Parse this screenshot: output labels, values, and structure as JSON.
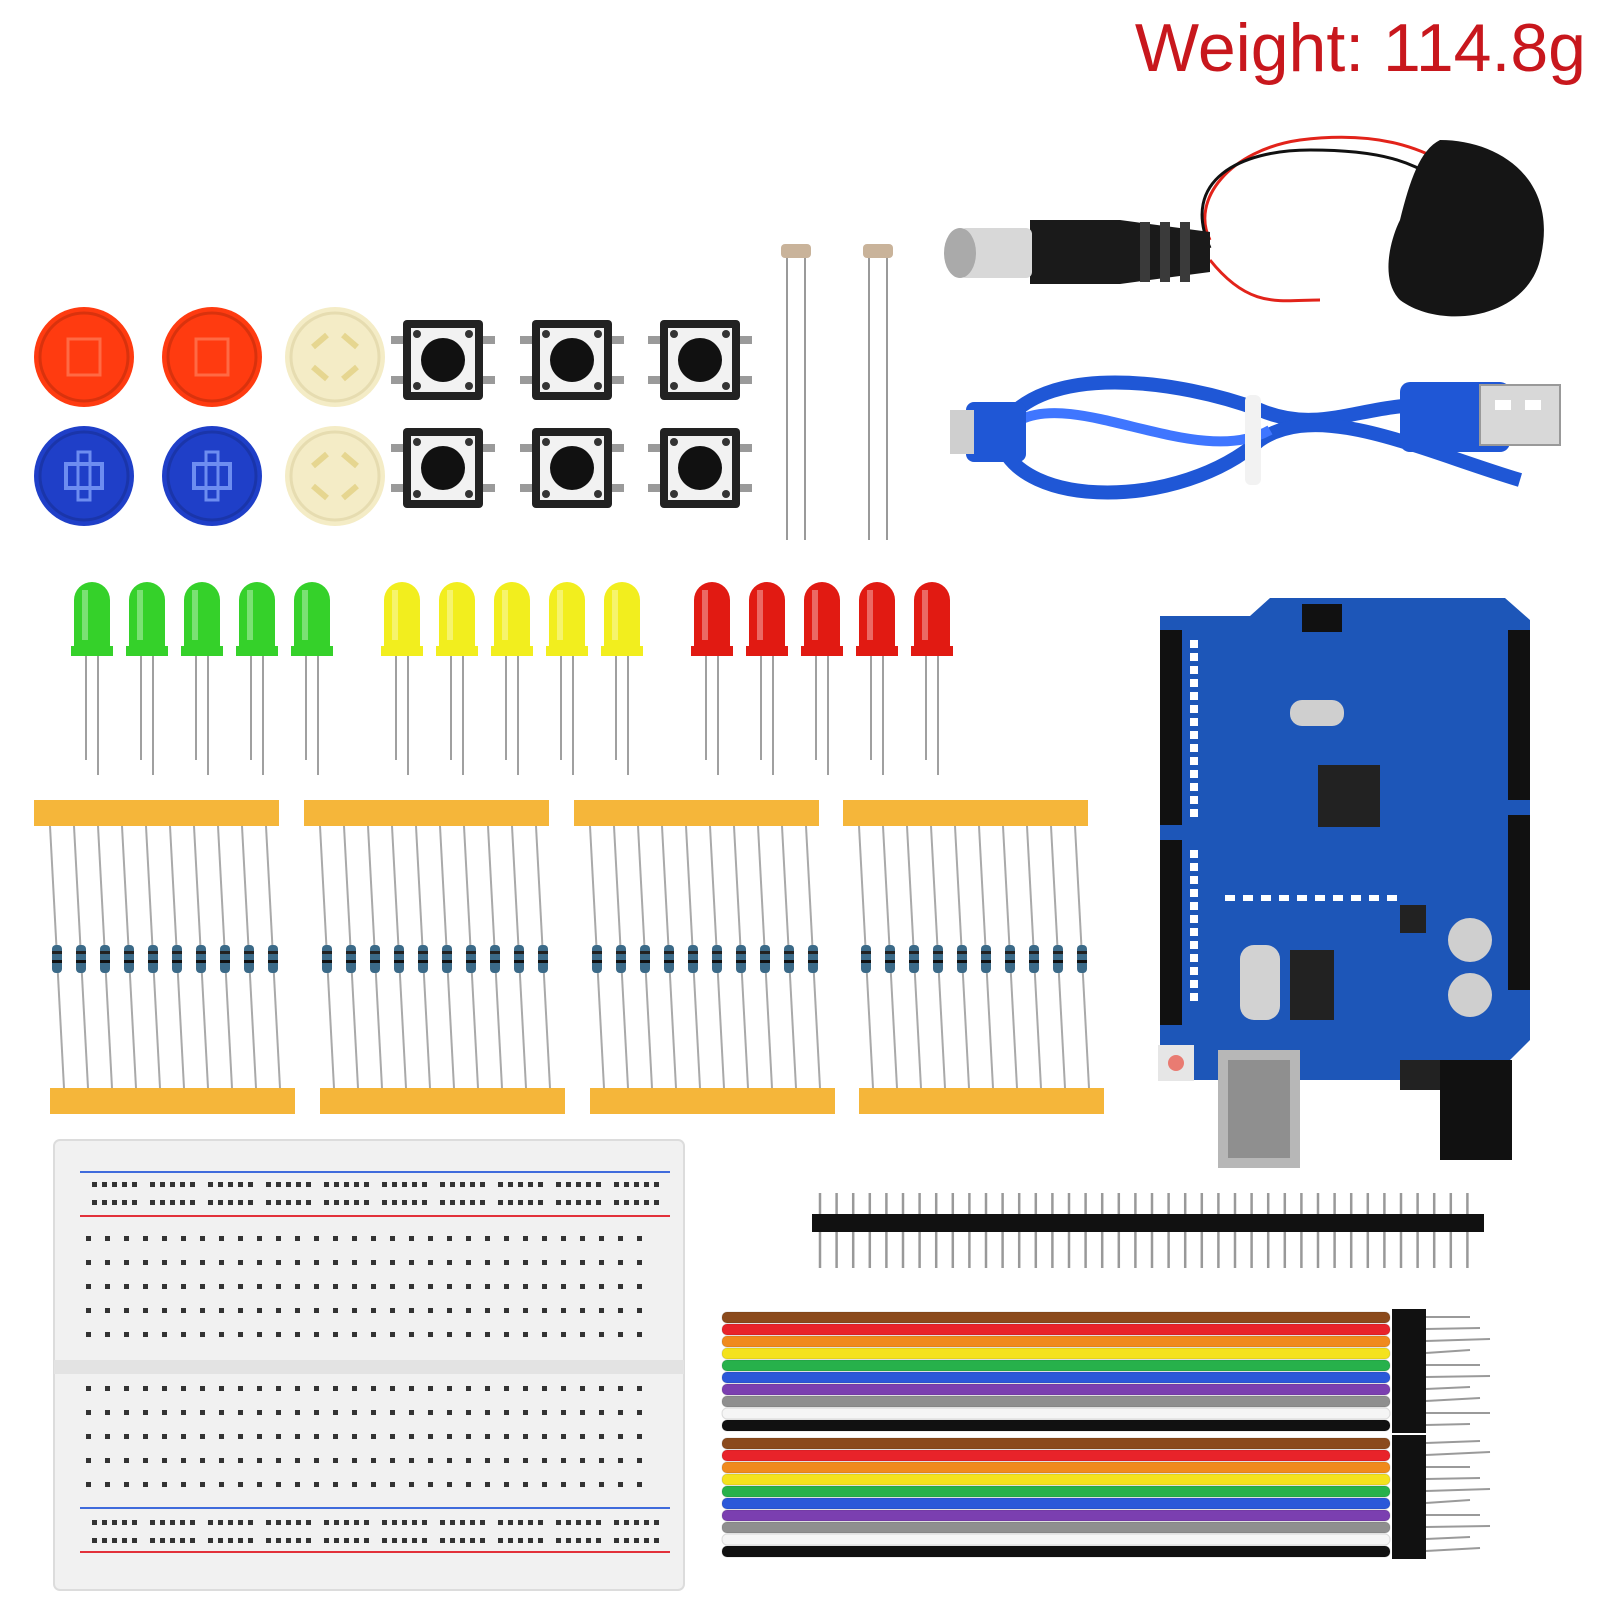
{
  "weight_label": "Weight: 114.8g",
  "colors": {
    "text": "#c8171d",
    "board": "#1d56b8",
    "cable": "#1f57d6",
    "led_green": "#35d12a",
    "led_yellow": "#f2ee1e",
    "led_red": "#e11a12",
    "cap_red": "#ff3b10",
    "cap_blue": "#1f3fc8",
    "cap_cream": "#f4ecc6",
    "resistor_tape": "#f5b63a"
  },
  "items": {
    "tactile_caps": [
      "red",
      "red",
      "cream",
      "blue",
      "blue",
      "cream"
    ],
    "push_buttons": 6,
    "photoresistors": 2,
    "leds": [
      "green",
      "green",
      "green",
      "green",
      "green",
      "yellow",
      "yellow",
      "yellow",
      "yellow",
      "yellow",
      "red",
      "red",
      "red",
      "red",
      "red"
    ],
    "resistor_strips": 4,
    "resistors_per_strip": 10,
    "header_pins": 40,
    "jumper_wires": 20,
    "jumper_colors": [
      "#8b4a1c",
      "#e8232a",
      "#f08a1d",
      "#f4e21d",
      "#27b14b",
      "#2b58d9",
      "#7b3fb0",
      "#8f8f8f",
      "#f5f5f5",
      "#111111"
    ]
  }
}
